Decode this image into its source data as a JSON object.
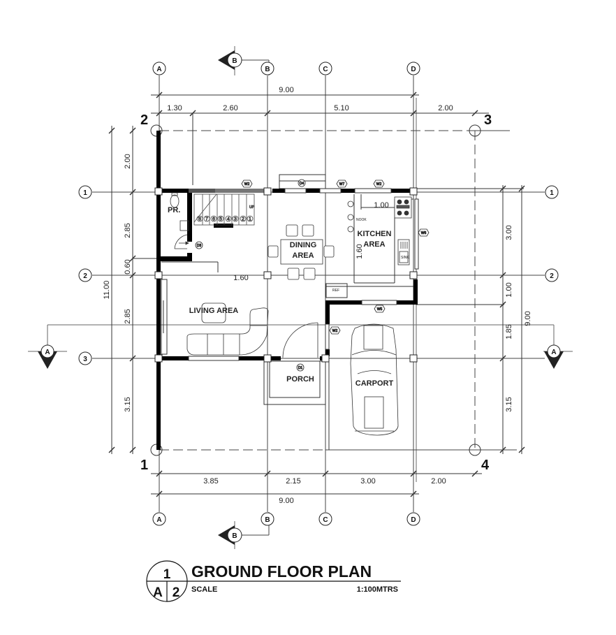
{
  "drawing": {
    "title": "GROUND FLOOR PLAN",
    "scale_label": "SCALE",
    "scale_value": "1:100MTRS",
    "title_block": {
      "drawing_number": "1",
      "sheet_letter": "A",
      "sheet_number": "2"
    }
  },
  "grid": {
    "columns": [
      "A",
      "B",
      "C",
      "D"
    ],
    "rows": [
      "1",
      "2",
      "3"
    ],
    "corner_numbers": [
      "2",
      "3",
      "1",
      "4"
    ]
  },
  "section_markers": {
    "top": "B",
    "bottom": "B",
    "left": "A",
    "right": "A"
  },
  "dimensions": {
    "top_overall": "9.00",
    "top_segments": [
      "1.30",
      "2.60",
      "5.10",
      "2.00"
    ],
    "bottom_segments": [
      "3.85",
      "2.15",
      "3.00",
      "2.00"
    ],
    "bottom_overall": "9.00",
    "left_overall": "11.00",
    "left_segments": [
      "2.00",
      "2.85",
      "0.60",
      "2.85",
      "3.15"
    ],
    "right_segments": [
      "3.00",
      "1.00",
      "1.85",
      "3.15"
    ],
    "right_overall": "9.00",
    "interior": {
      "stair_width": "1.60",
      "kitchen_depth": "1.60",
      "kitchen_width": "1.00"
    }
  },
  "rooms": {
    "powder_room": "PR.",
    "dining_line1": "DINING",
    "dining_line2": "AREA",
    "kitchen_line1": "KITCHEN",
    "kitchen_line2": "AREA",
    "living": "LIVING AREA",
    "porch": "PORCH",
    "carport": "CARPORT",
    "nook": "NOOK",
    "ref": "REF",
    "sink": "SINK"
  },
  "tags": {
    "windows": [
      "W2",
      "W7",
      "W2",
      "W6",
      "W5",
      "W2"
    ],
    "doors": [
      "D4",
      "D3",
      "D1"
    ],
    "stair_up": "UP",
    "stair_steps": [
      "8",
      "7",
      "6",
      "5",
      "4",
      "3",
      "2",
      "1"
    ]
  },
  "colors": {
    "line": "#222222",
    "wall": "#000000",
    "grid": "#555555",
    "background": "#ffffff"
  }
}
